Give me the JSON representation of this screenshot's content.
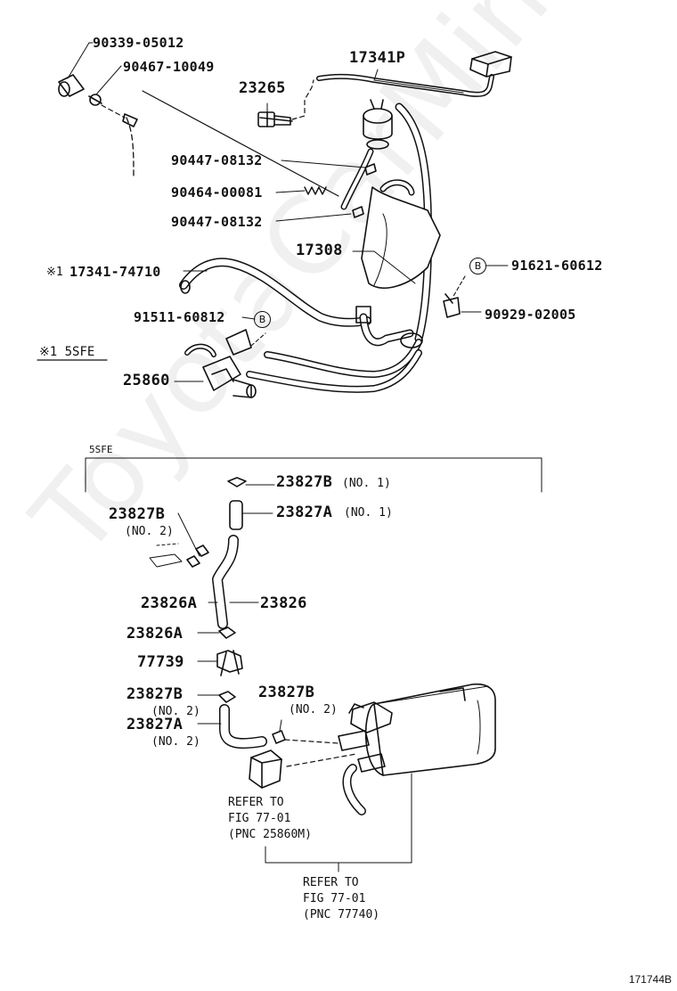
{
  "watermark": "ToyotaCarMine.ru",
  "diagram_code": "171744B",
  "top": {
    "parts": {
      "p90339": "90339-05012",
      "p90467": "90467-10049",
      "p23265": "23265",
      "p17341P": "17341P",
      "p90447a": "90447-08132",
      "p90464": "90464-00081",
      "p90447b": "90447-08132",
      "p17308": "17308",
      "p17341_74710": "17341-74710",
      "p91621": "91621-60612",
      "p91511": "91511-60812",
      "p90929": "90929-02005",
      "p25860": "25860"
    },
    "mark_prefix": "※1",
    "legend": "※1 5SFE",
    "circle_b1": "B",
    "circle_b2": "B"
  },
  "bottom": {
    "box_title": "5SFE",
    "parts": {
      "p23827B_no1": "23827B",
      "no1_a": "(NO. 1)",
      "p23827A_no1": "23827A",
      "no1_b": "(NO. 1)",
      "p23827B_no2": "23827B",
      "no2_a": "(NO. 2)",
      "p23826A_1": "23826A",
      "p23826": "23826",
      "p23826A_2": "23826A",
      "p77739": "77739",
      "p23827B_no2b": "23827B",
      "no2_b": "(NO. 2)",
      "p23827B_no2c": "23827B",
      "no2_c": "(NO. 2)",
      "p23827A_no2": "23827A",
      "no2_d": "(NO. 2)"
    },
    "refer1": [
      "REFER TO",
      "FIG 77-01",
      "(PNC 25860M)"
    ],
    "refer2": [
      "REFER TO",
      "FIG 77-01",
      "(PNC 77740)"
    ]
  }
}
